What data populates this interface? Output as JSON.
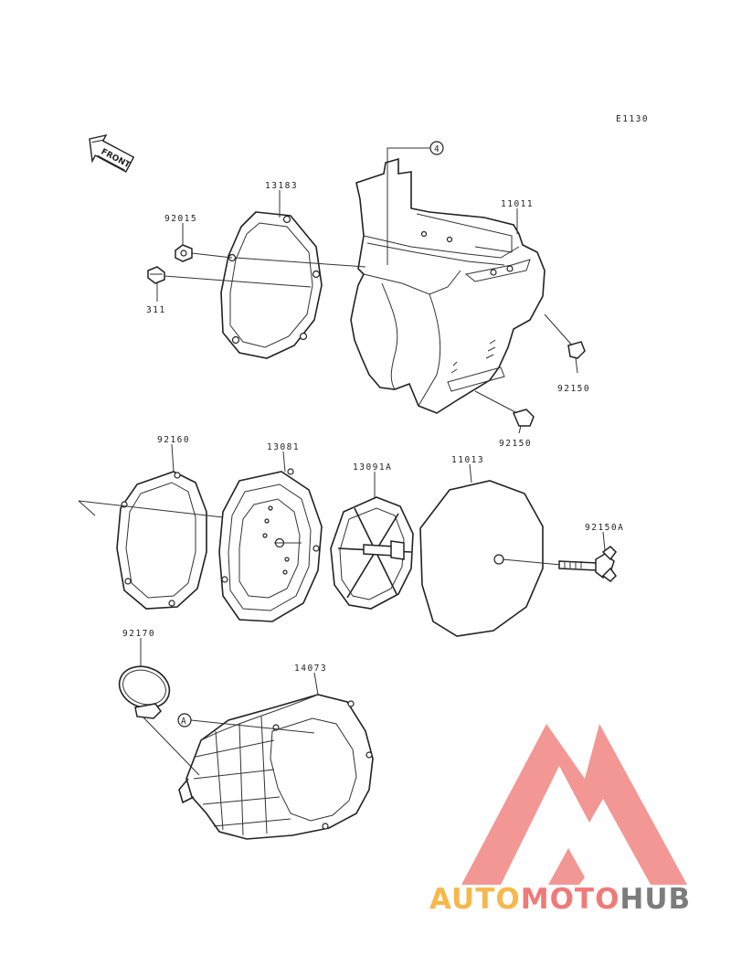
{
  "diagram": {
    "code": "E1130",
    "front_label": "FRONT",
    "callout_4": "4",
    "callout_a": "A"
  },
  "parts": [
    {
      "id": "p-13183",
      "label": "13183"
    },
    {
      "id": "p-92015",
      "label": "92015"
    },
    {
      "id": "p-311",
      "label": "311"
    },
    {
      "id": "p-11011",
      "label": "11011"
    },
    {
      "id": "p-92150-right",
      "label": "92150"
    },
    {
      "id": "p-92150-lower",
      "label": "92150"
    },
    {
      "id": "p-92160",
      "label": "92160"
    },
    {
      "id": "p-13081",
      "label": "13081"
    },
    {
      "id": "p-13091a",
      "label": "13091A"
    },
    {
      "id": "p-11013",
      "label": "11013"
    },
    {
      "id": "p-92150a",
      "label": "92150A"
    },
    {
      "id": "p-92170",
      "label": "92170"
    },
    {
      "id": "p-14073",
      "label": "14073"
    }
  ],
  "watermark": {
    "part1": "AUTO",
    "part2": "MOTO",
    "part3": "HUB",
    "color_triangle": "#f07a78",
    "color_auto": "#f6b84a",
    "color_hub": "#7c7c7c"
  }
}
